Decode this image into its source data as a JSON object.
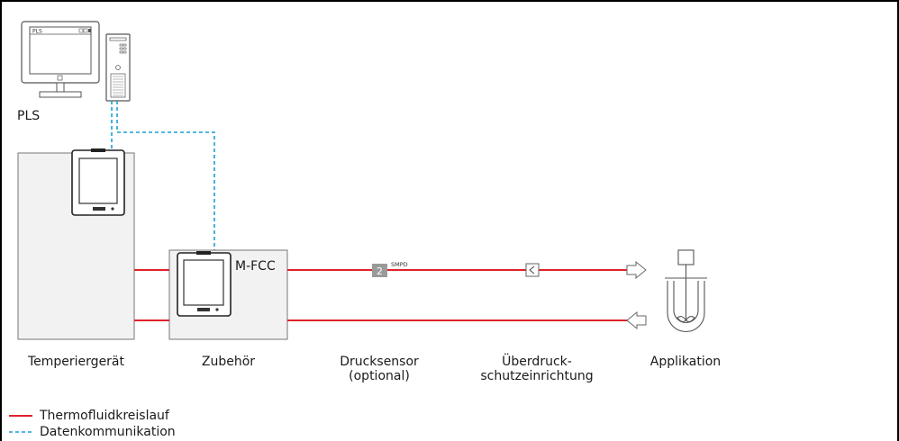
{
  "labels": {
    "pls": "PLS",
    "screen_title": "PLS",
    "mfcc": "M-FCC",
    "sensor_badge": "2",
    "sensor_tag": "SMPD",
    "temperiergeraet": "Temperiergerät",
    "zubehoer": "Zubehör",
    "drucksensor_line1": "Drucksensor",
    "drucksensor_line2": "(optional)",
    "ueberdruck_line1": "Überdruck-",
    "ueberdruck_line2": "schutzeinrichtung",
    "applikation": "Applikation"
  },
  "legend": [
    {
      "label": "Thermofluidkreislauf",
      "style": "solid",
      "color": "#e0222a"
    },
    {
      "label": "Datenkommunikation",
      "style": "dashed",
      "color": "#1a9fd6"
    }
  ],
  "colors": {
    "fluid": "#e0222a",
    "data": "#1a9fd6",
    "outline": "#555555",
    "box_fill": "#f2f2f2",
    "badge": "#9a9a9a"
  }
}
